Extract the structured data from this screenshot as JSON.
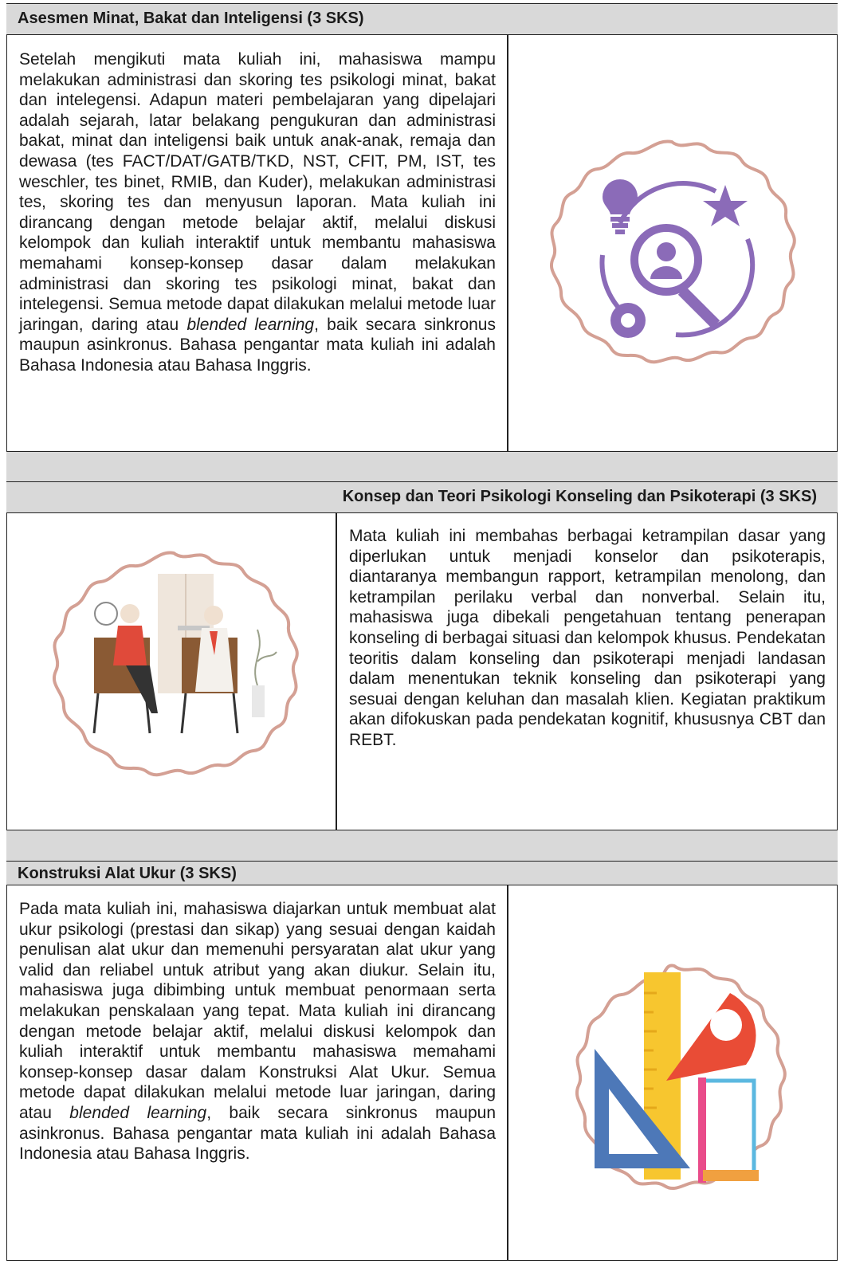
{
  "sections": [
    {
      "title": "Asesmen Minat, Bakat dan Inteligensi (3 SKS)",
      "text_before": "Setelah mengikuti mata kuliah ini, mahasiswa mampu melakukan administrasi dan skoring tes psikologi minat, bakat dan intelegensi. Adapun materi pembelajaran yang dipelajari adalah sejarah, latar belakang pengukuran dan administrasi bakat, minat dan inteligensi baik untuk anak-anak, remaja dan dewasa (tes FACT/DAT/GATB/TKD, NST, CFIT, PM, IST, tes weschler, tes binet, RMIB, dan Kuder), melakukan administrasi tes, skoring tes dan menyusun laporan. Mata kuliah ini dirancang dengan metode belajar aktif, melalui diskusi kelompok dan kuliah interaktif untuk membantu mahasiswa memahami konsep-konsep dasar dalam melakukan administrasi dan skoring tes psikologi minat, bakat dan intelegensi. Semua metode dapat dilakukan melalui metode luar jaringan, daring atau",
      "italic": "blended learning",
      "text_after": ", baik secara sinkronus maupun asinkronus. Bahasa pengantar mata kuliah ini adalah Bahasa Indonesia atau Bahasa Inggris.",
      "icon": "assessment-magnifier-icon"
    },
    {
      "title": "Konsep dan Teori Psikologi Konseling dan Psikoterapi (3 SKS)",
      "text": "Mata kuliah ini membahas berbagai ketrampilan dasar yang diperlukan untuk menjadi konselor dan psikoterapis, diantaranya membangun rapport, ketrampilan menolong, dan ketrampilan perilaku verbal dan nonverbal. Selain itu, mahasiswa juga dibekali pengetahuan tentang penerapan konseling di berbagai situasi dan kelompok khusus. Pendekatan teoritis dalam konseling dan psikoterapi menjadi landasan dalam menentukan teknik konseling dan psikoterapi yang sesuai dengan keluhan dan masalah klien. Kegiatan praktikum akan difokuskan pada pendekatan kognitif, khususnya CBT dan REBT.",
      "icon": "counseling-session-illustration"
    },
    {
      "title": "Konstruksi Alat Ukur (3 SKS)",
      "text_before": "Pada mata kuliah ini, mahasiswa diajarkan untuk membuat alat ukur psikologi (prestasi dan sikap) yang sesuai dengan kaidah penulisan alat ukur dan memenuhi persyaratan alat ukur yang valid dan reliabel untuk atribut yang akan diukur. Selain itu, mahasiswa juga dibimbing untuk membuat penormaan serta melakukan penskalaan yang tepat. Mata kuliah ini dirancang dengan metode belajar aktif, melalui diskusi kelompok dan kuliah interaktif untuk membantu mahasiswa memahami konsep-konsep dasar dalam Konstruksi Alat Ukur.  Semua metode dapat dilakukan melalui metode luar jaringan, daring atau",
      "italic": "blended learning",
      "text_after": ", baik secara sinkronus maupun asinkronus. Bahasa pengantar mata kuliah ini adalah Bahasa Indonesia atau Bahasa Inggris.",
      "icon": "measuring-tools-icon"
    }
  ],
  "colors": {
    "header_bg": "#d9d9d9",
    "badge_border": "#c9958a",
    "purple": "#8b6bb8"
  }
}
